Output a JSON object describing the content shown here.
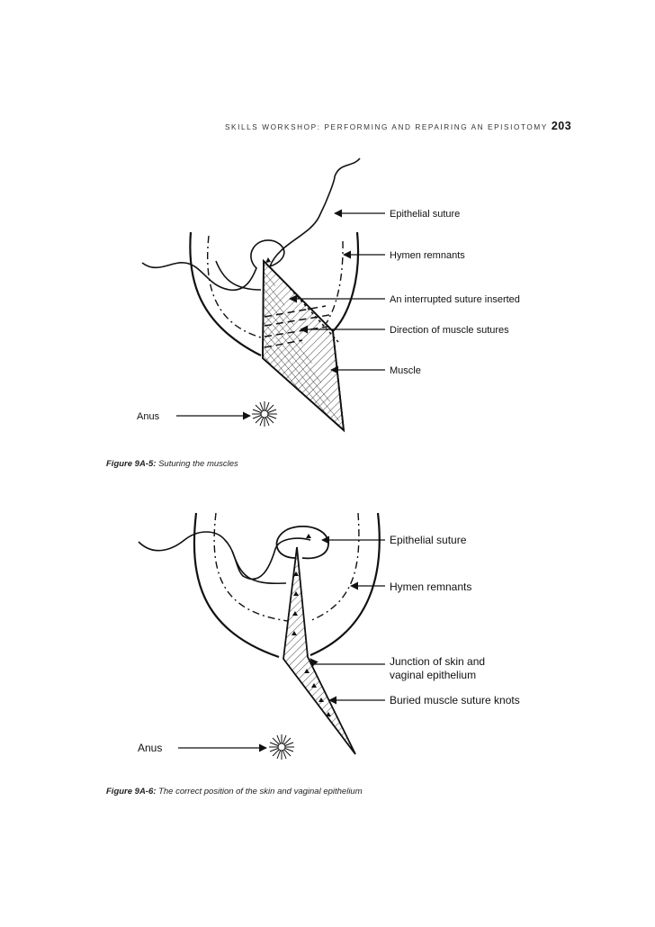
{
  "header": {
    "running_title": "SKILLS WORKSHOP: PERFORMING AND REPAIRING AN EPISIOTOMY",
    "page_number": "203"
  },
  "figure1": {
    "caption_number": "Figure 9A-5:",
    "caption_text": "Suturing the muscles",
    "labels": {
      "epithelial_suture": "Epithelial suture",
      "hymen_remnants": "Hymen remnants",
      "interrupted_suture": "An interrupted suture inserted",
      "muscle_sutures": "Direction of muscle sutures",
      "muscle": "Muscle",
      "anus": "Anus"
    }
  },
  "figure2": {
    "caption_number": "Figure 9A-6:",
    "caption_text": "The correct position of the skin and vaginal epithelium",
    "labels": {
      "epithelial_suture": "Epithelial suture",
      "hymen_remnants": "Hymen remnants",
      "junction_line1": "Junction of skin and",
      "junction_line2": "vaginal epithelium",
      "buried_knots": "Buried muscle suture knots",
      "anus": "Anus"
    }
  }
}
